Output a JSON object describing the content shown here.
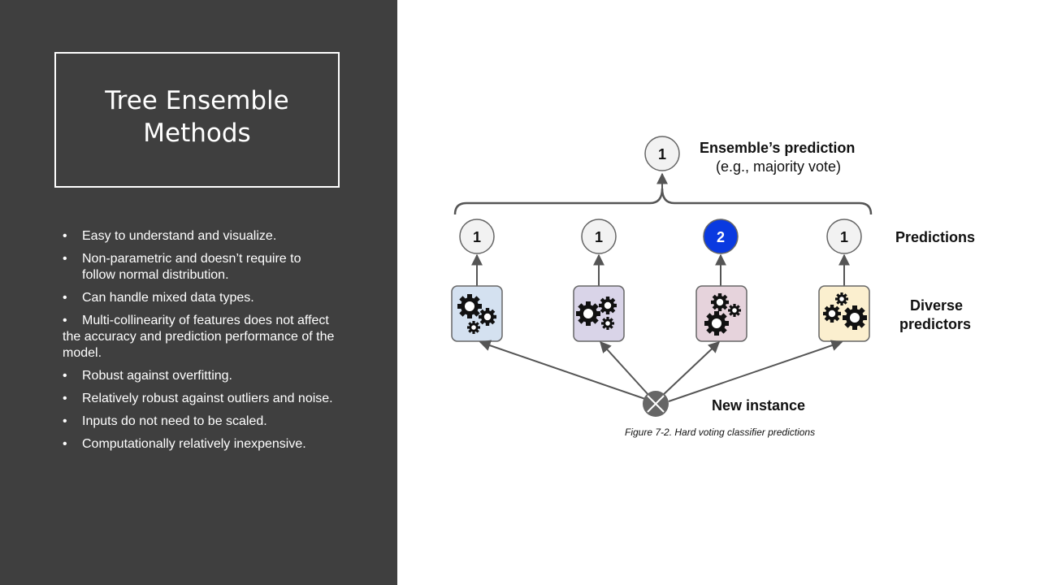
{
  "slide": {
    "title": "Tree Ensemble Methods",
    "bullets": [
      "Easy to understand and visualize.",
      "Non-parametric and doesn’t require to follow normal distribution.",
      "Can handle mixed data types.",
      "Multi-collinearity of features does not affect the accuracy and prediction performance of the model.",
      "Robust against overfitting.",
      "Relatively robust against outliers and noise.",
      "Inputs do not need to be scaled.",
      "Computationally relatively inexpensive."
    ],
    "bullet_symbol": "•"
  },
  "diagram": {
    "ensemble_value": "1",
    "ensemble_label": "Ensemble’s prediction",
    "ensemble_sublabel": "(e.g., majority vote)",
    "predictions_label": "Predictions",
    "predictors_label_line1": "Diverse",
    "predictors_label_line2": "predictors",
    "instance_label": "New instance",
    "caption": "Figure 7-2. Hard voting classifier predictions",
    "predictions": [
      {
        "value": "1",
        "fill": "#f2f2f2",
        "text_color": "#111111"
      },
      {
        "value": "1",
        "fill": "#f2f2f2",
        "text_color": "#111111"
      },
      {
        "value": "2",
        "fill": "#0a3ae0",
        "text_color": "#ffffff"
      },
      {
        "value": "1",
        "fill": "#f2f2f2",
        "text_color": "#111111"
      }
    ],
    "predictor_colors": [
      "#d4e1f0",
      "#d9d4e8",
      "#e6d3dc",
      "#fbefcf"
    ]
  }
}
